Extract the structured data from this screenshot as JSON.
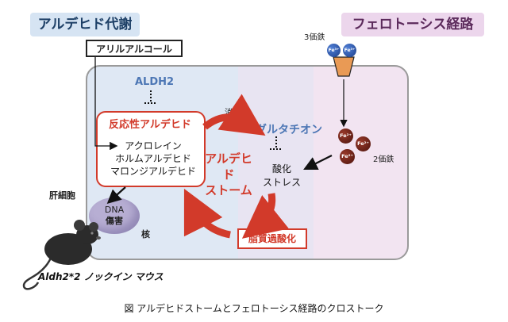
{
  "headers": {
    "left": "アルデヒド代謝",
    "right": "フェロトーシス経路"
  },
  "labels": {
    "allyl_alcohol": "アリルアルコール",
    "aldh2": "ALDH2",
    "reactive_aldehyde": "反応性アルデヒド",
    "aldehydes": [
      "アクロレイン",
      "ホルムアルデヒド",
      "マロンジアルデヒド"
    ],
    "storm_line1": "アルデヒド",
    "storm_line2": "ストーム",
    "consumption": "消費",
    "glutathione": "グルタチオン",
    "oxidative_stress_line1": "酸化",
    "oxidative_stress_line2": "ストレス",
    "lipid_peroxidation": "脂質過酸化",
    "fe3_label": "3価鉄",
    "fe2_label": "2価鉄",
    "fe3_symbol": "Fe³⁺",
    "fe2_symbol": "Fe²⁺",
    "hepatocyte": "肝細胞",
    "dna_line1": "DNA",
    "dna_line2": "傷害",
    "nucleus": "核",
    "mouse": "Aldh2*2 ノックイン マウス"
  },
  "caption": "図 アルデヒドストームとフェロトーシス経路のクロストーク",
  "colors": {
    "red": "#d23a2a",
    "blue_text": "#4d77b5",
    "panel_blue": "#dfe8f4",
    "panel_pink": "#f2e4f1"
  }
}
